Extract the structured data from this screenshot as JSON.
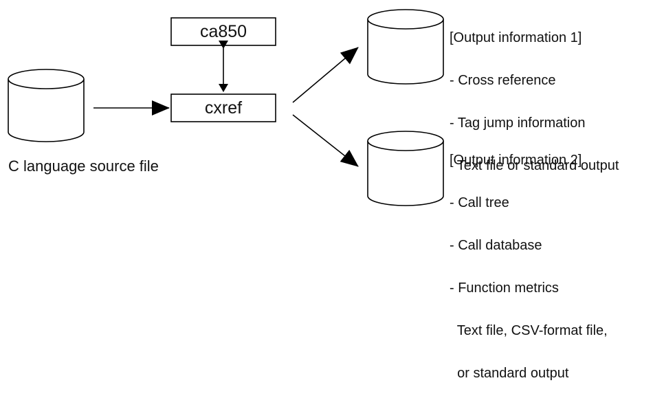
{
  "source": {
    "label": "C language source file"
  },
  "nodes": {
    "compiler": "ca850",
    "tool": "cxref"
  },
  "output1": {
    "title": "[Output information 1]",
    "lines": [
      "- Cross reference",
      "- Tag jump information",
      "  Text file or standard output"
    ]
  },
  "output2": {
    "title": "[Output information 2]",
    "lines": [
      "- Call tree",
      "- Call database",
      "- Function metrics",
      "  Text file, CSV-format file,",
      "  or standard output"
    ]
  }
}
